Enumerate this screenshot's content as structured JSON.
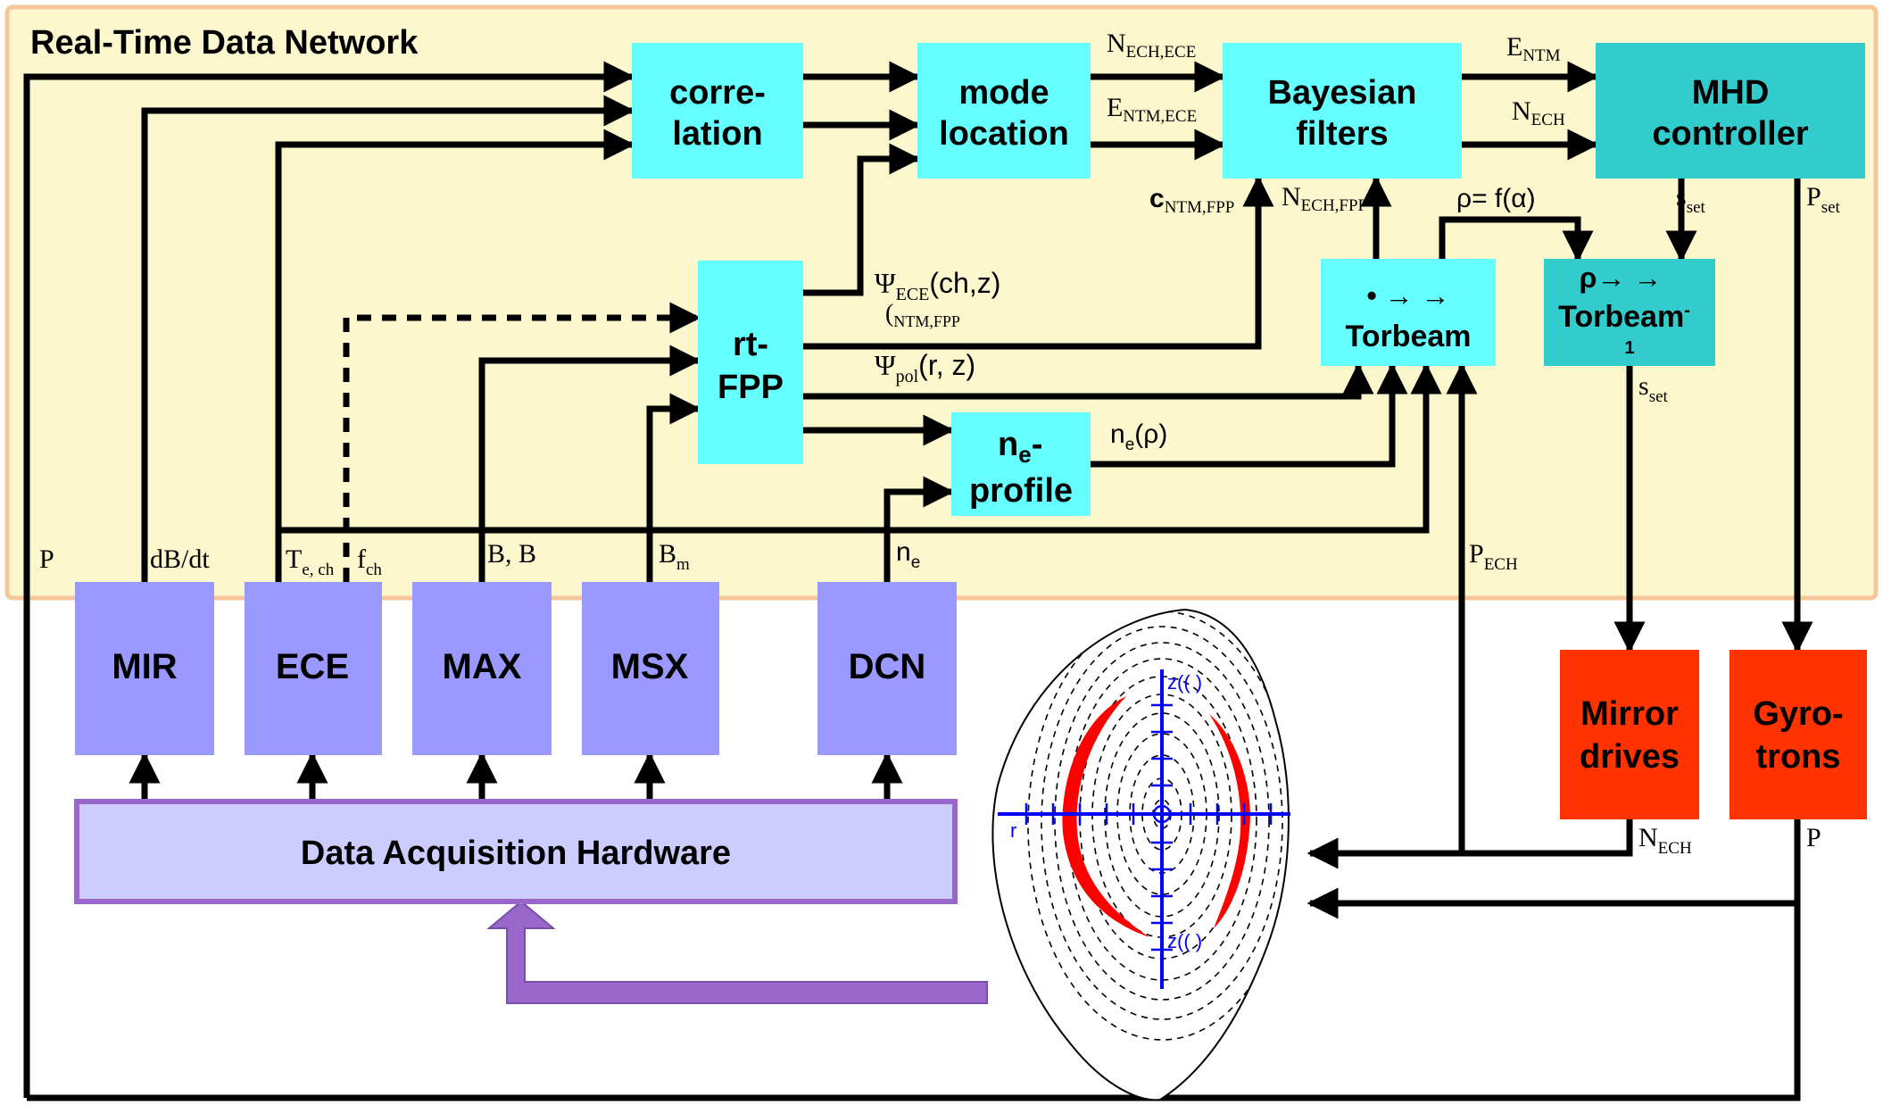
{
  "network": {
    "title": "Real-Time Data Network"
  },
  "colors": {
    "network_bg": "#fdf7cd",
    "network_border": "#f6c79a",
    "cyan": "#66ffff",
    "teal": "#33cccc",
    "sensor": "#9999ff",
    "daq_fill": "#ccccff",
    "daq_border": "#9966cc",
    "actuator": "#ff3300",
    "flux_red": "#ff0000",
    "axis_blue": "#0000ff"
  },
  "blocks": {
    "correlation": {
      "line1": "corre-",
      "line2": "lation"
    },
    "mode_location": {
      "line1": "mode",
      "line2": "location"
    },
    "bayesian": {
      "line1": "Bayesian",
      "line2": "filters"
    },
    "mhd": {
      "line1": "MHD",
      "line2": "controller"
    },
    "rtfpp": {
      "line1": "rt-",
      "line2": "FPP"
    },
    "ne_profile": {
      "line1": "n",
      "line1_sub": "e",
      "line1_tail": "-",
      "line2": "profile"
    },
    "torbeam": {
      "symbols": "•  → →",
      "label": "Torbeam"
    },
    "torbeam_inv": {
      "symbols": "ρ→ →",
      "label": "Torbeam",
      "sup": "-",
      "sub": "1"
    },
    "mir": "MIR",
    "ece": "ECE",
    "max": "MAX",
    "msx": "MSX",
    "dcn": "DCN",
    "daq": "Data Acquisition Hardware",
    "mirror": {
      "line1": "Mirror",
      "line2": "drives"
    },
    "gyro": {
      "line1": "Gyro-",
      "line2": "trons"
    }
  },
  "signals": {
    "p_left": "P",
    "db_dt": "dB/dt",
    "te_main": "T",
    "te_sub": "e, ch",
    "fch_main": "f",
    "fch_sub": "ch",
    "b_b": "B, B",
    "bm_main": "B",
    "bm_sub": "m",
    "ne_main": "n",
    "ne_sub": "e",
    "n_ech_ece_main": "N",
    "n_ech_ece_sub": "ECH,ECE",
    "e_ntm_ece_main": "E",
    "e_ntm_ece_sub": "NTM,ECE",
    "e_ntm_main": "E",
    "e_ntm_sub": "NTM",
    "n_ech_main": "N",
    "n_ech_sub": "ECH",
    "c_ntm_main": "c",
    "c_ntm_sub": "NTM,FPP",
    "n_ech_fpp_main": "N",
    "n_ech_fpp_sub": "ECH,FPP",
    "rho_f": "ρ= f(α)",
    "s_set_main": "s",
    "s_set_sub": "set",
    "p_set_main": "P",
    "p_set_sub": "set",
    "psi_ece_main": "Ψ",
    "psi_ece_sub": "ECE",
    "psi_ece_tail": "(ch,z)",
    "ntm_fpp_paren": "(",
    "ntm_fpp_sub": "NTM,FPP",
    "psi_pol_main": "Ψ",
    "psi_pol_sub": "pol",
    "psi_pol_tail": "(r, z)",
    "ne_rho_main": "n",
    "ne_rho_sub": "e",
    "ne_rho_tail": "(ρ)",
    "s_set2_main": "s",
    "s_set2_sub": "set",
    "p_ech_main": "P",
    "p_ech_sub": "ECH",
    "n_ech_bottom_main": "N",
    "n_ech_bottom_sub": "ECH",
    "p_bottom": "P"
  },
  "plasma": {
    "z_top": "z(( )",
    "z_bottom": "z(( )",
    "r_label": "r"
  }
}
